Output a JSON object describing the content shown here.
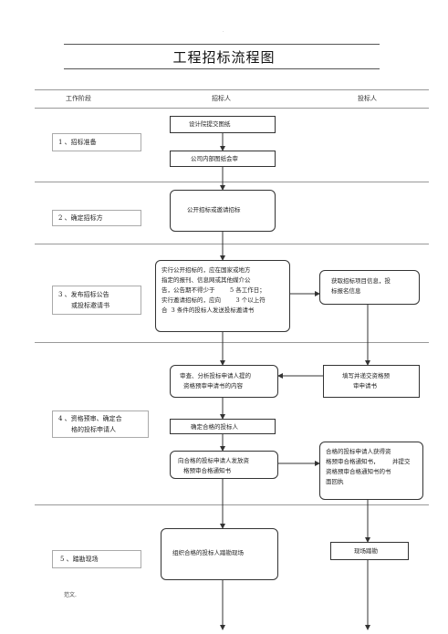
{
  "title": "工程招标流程图",
  "header": {
    "col1": "工作阶段",
    "col2": "招标人",
    "col3": "投标人"
  },
  "stages": [
    {
      "label": "1 、招标准备"
    },
    {
      "label": "2 、确定招标方"
    },
    {
      "label_line1": "3 、发布招标公告",
      "label_line2": "或投标邀请书"
    },
    {
      "label_line1": "4 、资格预审、确定合",
      "label_line2": "格的投标申请人"
    },
    {
      "label": "5 、踏勘现场"
    }
  ],
  "boxes": {
    "design_submit": "设计院提交图纸",
    "company_review": "公司内部图纸会审",
    "open_or_invite": "公开招标或邀请招标",
    "publish_lines": [
      "实行公开招标的，应在国家或地方",
      "指定的报刊、信息网或其他媒介公",
      "告，公告期不得少于        5 各工作日；",
      "实行邀请招标的，应向        3 个以上符",
      "合  3 条件的投标人发送投标邀请书"
    ],
    "get_info_lines": [
      "获取招标项目信息，投",
      "标报名信息"
    ],
    "review_lines": [
      "审查、分析投标申请人提的",
      "资格预审申请书的内容"
    ],
    "fill_submit_lines": [
      "填写并递交资格预",
      "审申请书"
    ],
    "determine_qualified": "确定合格的投标人",
    "send_notice_lines": [
      "向合格的投标申请人发放资",
      "格预审合格通知书"
    ],
    "receive_notice_lines": [
      "合格的投标申请人获得资",
      "格预审合格通知书，       并提交",
      "资格预审合格通知书的书",
      "面回执"
    ],
    "organize_visit": "组织合格的投标人踏勘现场",
    "site_visit": "现场踏勘"
  },
  "footer": "范文."
}
